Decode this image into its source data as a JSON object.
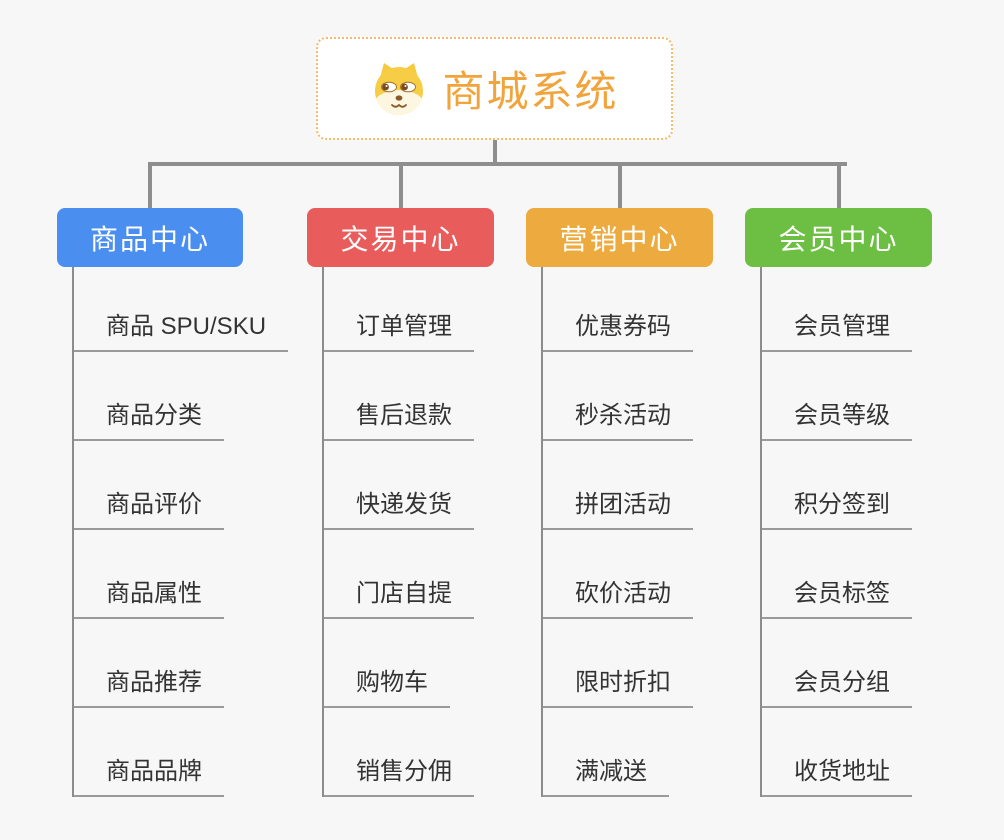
{
  "root": {
    "title": "商城系统",
    "icon": "dog-icon",
    "title_color": "#f1a43b",
    "border_color": "#f2bc6b"
  },
  "connector_color": "#8e8e8e",
  "branches": [
    {
      "label": "商品中心",
      "color": "#4a8ff0",
      "children": [
        "商品 SPU/SKU",
        "商品分类",
        "商品评价",
        "商品属性",
        "商品推荐",
        "商品品牌"
      ]
    },
    {
      "label": "交易中心",
      "color": "#e85d5c",
      "children": [
        "订单管理",
        "售后退款",
        "快递发货",
        "门店自提",
        "购物车",
        "销售分佣"
      ]
    },
    {
      "label": "营销中心",
      "color": "#edaa3e",
      "children": [
        "优惠券码",
        "秒杀活动",
        "拼团活动",
        "砍价活动",
        "限时折扣",
        "满减送"
      ]
    },
    {
      "label": "会员中心",
      "color": "#6dbf43",
      "children": [
        "会员管理",
        "会员等级",
        "积分签到",
        "会员标签",
        "会员分组",
        "收货地址"
      ]
    }
  ]
}
